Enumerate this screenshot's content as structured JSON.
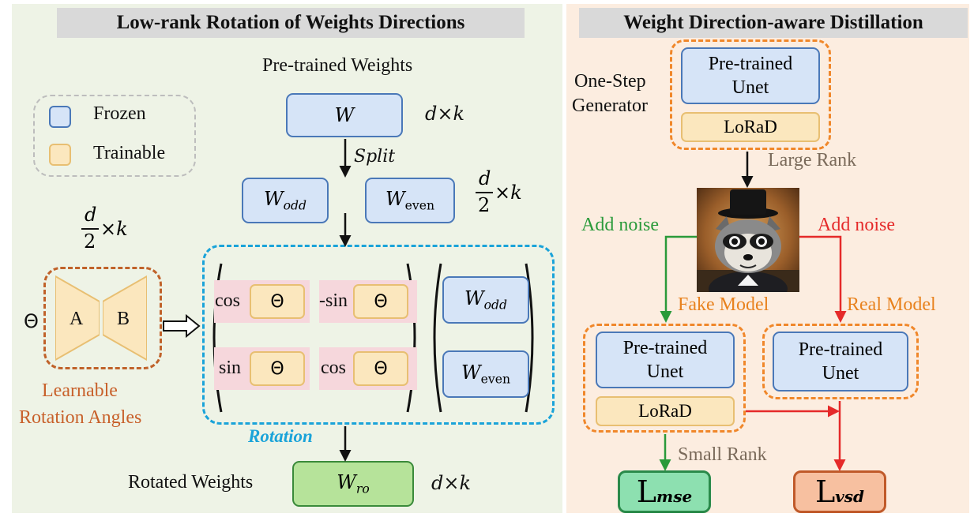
{
  "left": {
    "title": "Low-rank Rotation of Weights Directions",
    "pretrained_weights_label": "Pre-trained Weights",
    "w_label": "W",
    "dxk_top": "d×k",
    "split_label": "Split",
    "w_odd_base": "W",
    "w_odd_sub": "odd",
    "w_even_base": "W",
    "w_even_sub": "even",
    "dk_half_num": "d",
    "dk_half_den": "2",
    "dk_half_suffix": "×k",
    "legend_frozen": "Frozen",
    "legend_trainable": "Trainable",
    "theta_symbol": "Θ",
    "a_label": "A",
    "b_label": "B",
    "learnable_line1": "Learnable",
    "learnable_line2": "Rotation Angles",
    "cos_label": "cos",
    "neg_sin_label": "-sin",
    "sin_label": "sin",
    "rotation_label": "Rotation",
    "rotated_weights_label": "Rotated Weights",
    "w_ro_base": "W",
    "w_ro_sub": "ro",
    "dxk_bottom": "d×k"
  },
  "right": {
    "title": "Weight Direction-aware Distillation",
    "one_step_line1": "One-Step",
    "one_step_line2": "Generator",
    "unet_line1": "Pre-trained",
    "unet_line2": "Unet",
    "lorad_label": "LoRaD",
    "large_rank_label": "Large Rank",
    "add_noise_label": "Add noise",
    "fake_model_label": "Fake Model",
    "real_model_label": "Real Model",
    "small_rank_label": "Small Rank",
    "l_mse_base": "L",
    "l_mse_sub": "mse",
    "l_vsd_base": "L",
    "l_vsd_sub": "vsd"
  },
  "colors": {
    "frozen": "#d6e4f7",
    "trainable": "#fbe7be",
    "rotated": "#b6e39a",
    "learnable_text": "#c8602a",
    "rotation_text": "#1aa3d9",
    "add_noise_green": "#2a9a3a",
    "add_noise_red": "#e52a2a",
    "model_text": "#e8821e",
    "rank_text": "#7a6a5a"
  }
}
